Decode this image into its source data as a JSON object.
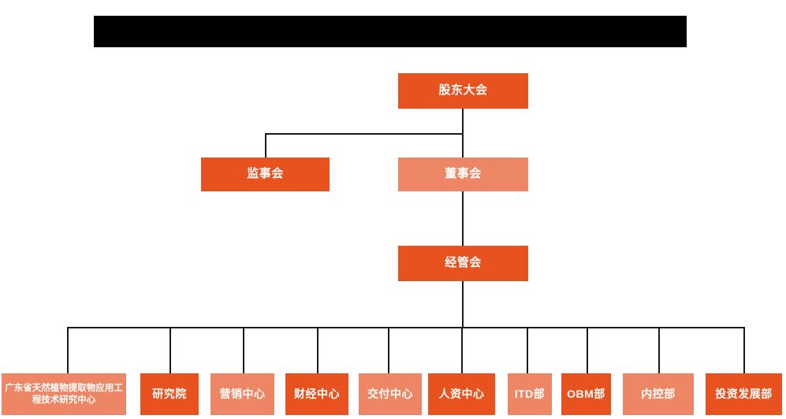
{
  "diagram": {
    "type": "organization-chart",
    "title_bar": {
      "label": "",
      "redacted": true,
      "color": "#000000"
    },
    "colors": {
      "dark_orange": "#E8521E",
      "light_orange": "#ED8664",
      "connector": "#1a1a1a",
      "background": "#ffffff",
      "text": "#ffffff"
    },
    "levels": [
      {
        "name": "level-1",
        "nodes": [
          {
            "id": "shareholders-meeting",
            "label": "股东大会",
            "shade": "dark"
          }
        ]
      },
      {
        "name": "level-2",
        "nodes": [
          {
            "id": "board-of-supervisors",
            "label": "监事会",
            "shade": "dark"
          },
          {
            "id": "board-of-directors",
            "label": "董事会",
            "shade": "light"
          }
        ]
      },
      {
        "name": "level-3",
        "nodes": [
          {
            "id": "management-committee",
            "label": "经管会",
            "shade": "dark"
          }
        ]
      },
      {
        "name": "level-4",
        "nodes": [
          {
            "id": "guangdong-research-center",
            "label": "广东省天然植物提取物应用工程技术研究中心",
            "shade": "light"
          },
          {
            "id": "research-institute",
            "label": "研究院",
            "shade": "dark"
          },
          {
            "id": "marketing-center",
            "label": "营销中心",
            "shade": "light"
          },
          {
            "id": "finance-center",
            "label": "财经中心",
            "shade": "dark"
          },
          {
            "id": "delivery-center",
            "label": "交付中心",
            "shade": "light"
          },
          {
            "id": "hr-center",
            "label": "人资中心",
            "shade": "dark"
          },
          {
            "id": "itd-department",
            "label": "ITD部",
            "shade": "light"
          },
          {
            "id": "obm-department",
            "label": "OBM部",
            "shade": "dark"
          },
          {
            "id": "internal-control-department",
            "label": "内控部",
            "shade": "light"
          },
          {
            "id": "investment-development-department",
            "label": "投资发展部",
            "shade": "dark"
          }
        ]
      }
    ]
  }
}
